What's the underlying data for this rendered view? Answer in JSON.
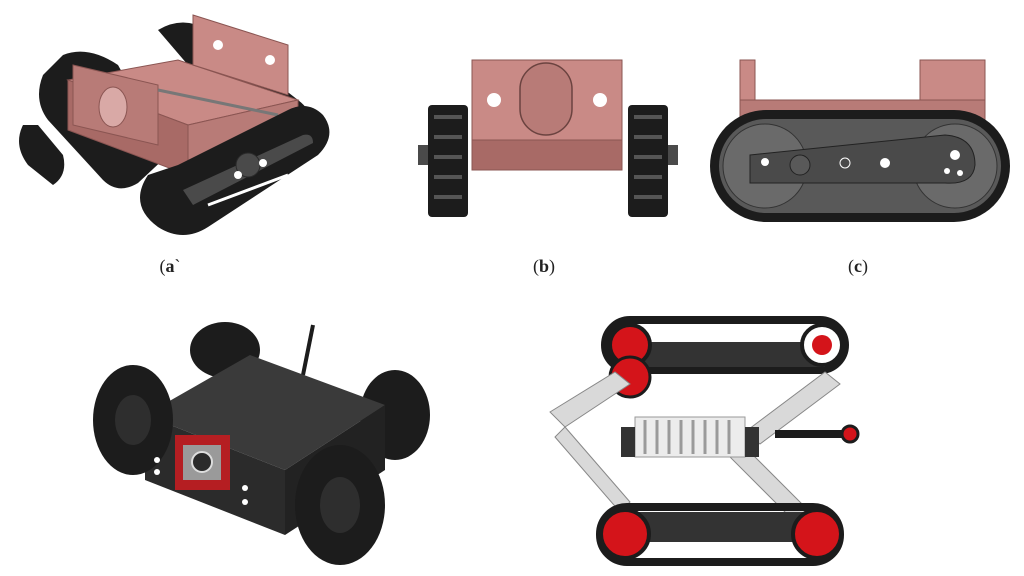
{
  "figure": {
    "panels": [
      {
        "id": "a",
        "label": "a",
        "prefix": "(",
        "suffix": "`",
        "subject": "tracked-chassis-isometric"
      },
      {
        "id": "b",
        "label": "b",
        "prefix": "(",
        "suffix": ")",
        "subject": "tracked-chassis-front"
      },
      {
        "id": "c",
        "label": "c",
        "prefix": "(",
        "suffix": ")",
        "subject": "tracked-chassis-side"
      },
      {
        "id": "d",
        "label": "",
        "subject": "four-wheel-rover"
      },
      {
        "id": "e",
        "label": "",
        "subject": "scissor-track-mechanism"
      }
    ]
  },
  "colors": {
    "body_pink": "#c98a86",
    "body_pink_dark": "#a86a66",
    "track_black": "#1c1c1c",
    "arm_gray": "#4a4a4a",
    "rover_body": "#2b2b2b",
    "camera_red": "#b51e22",
    "link_silver": "#d9d9d9",
    "spring_silver": "#bdbdbd",
    "pulley_red": "#d4141a"
  }
}
